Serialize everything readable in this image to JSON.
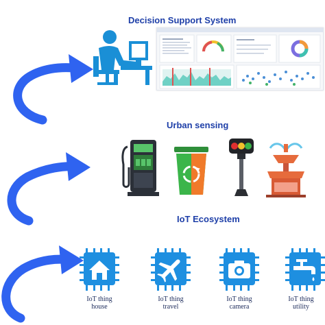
{
  "sections": {
    "decision": {
      "title": "Decision Support System"
    },
    "urban": {
      "title": "Urban sensing"
    },
    "iot": {
      "title": "IoT Ecosystem"
    }
  },
  "things": [
    {
      "line1": "IoT thing",
      "line2": "house",
      "icon": "house-icon"
    },
    {
      "line1": "IoT thing",
      "line2": "travel",
      "icon": "airplane-icon"
    },
    {
      "line1": "IoT thing",
      "line2": "camera",
      "icon": "camera-icon"
    },
    {
      "line1": "IoT thing",
      "line2": "utility",
      "icon": "faucet-icon"
    }
  ],
  "colors": {
    "title": "#1e3fa8",
    "arrow": "#2f63f0",
    "chip": "#1e8fe0",
    "person": "#1a8fd6",
    "fuel": "#2f7d3a",
    "bin": "#e8701f"
  }
}
